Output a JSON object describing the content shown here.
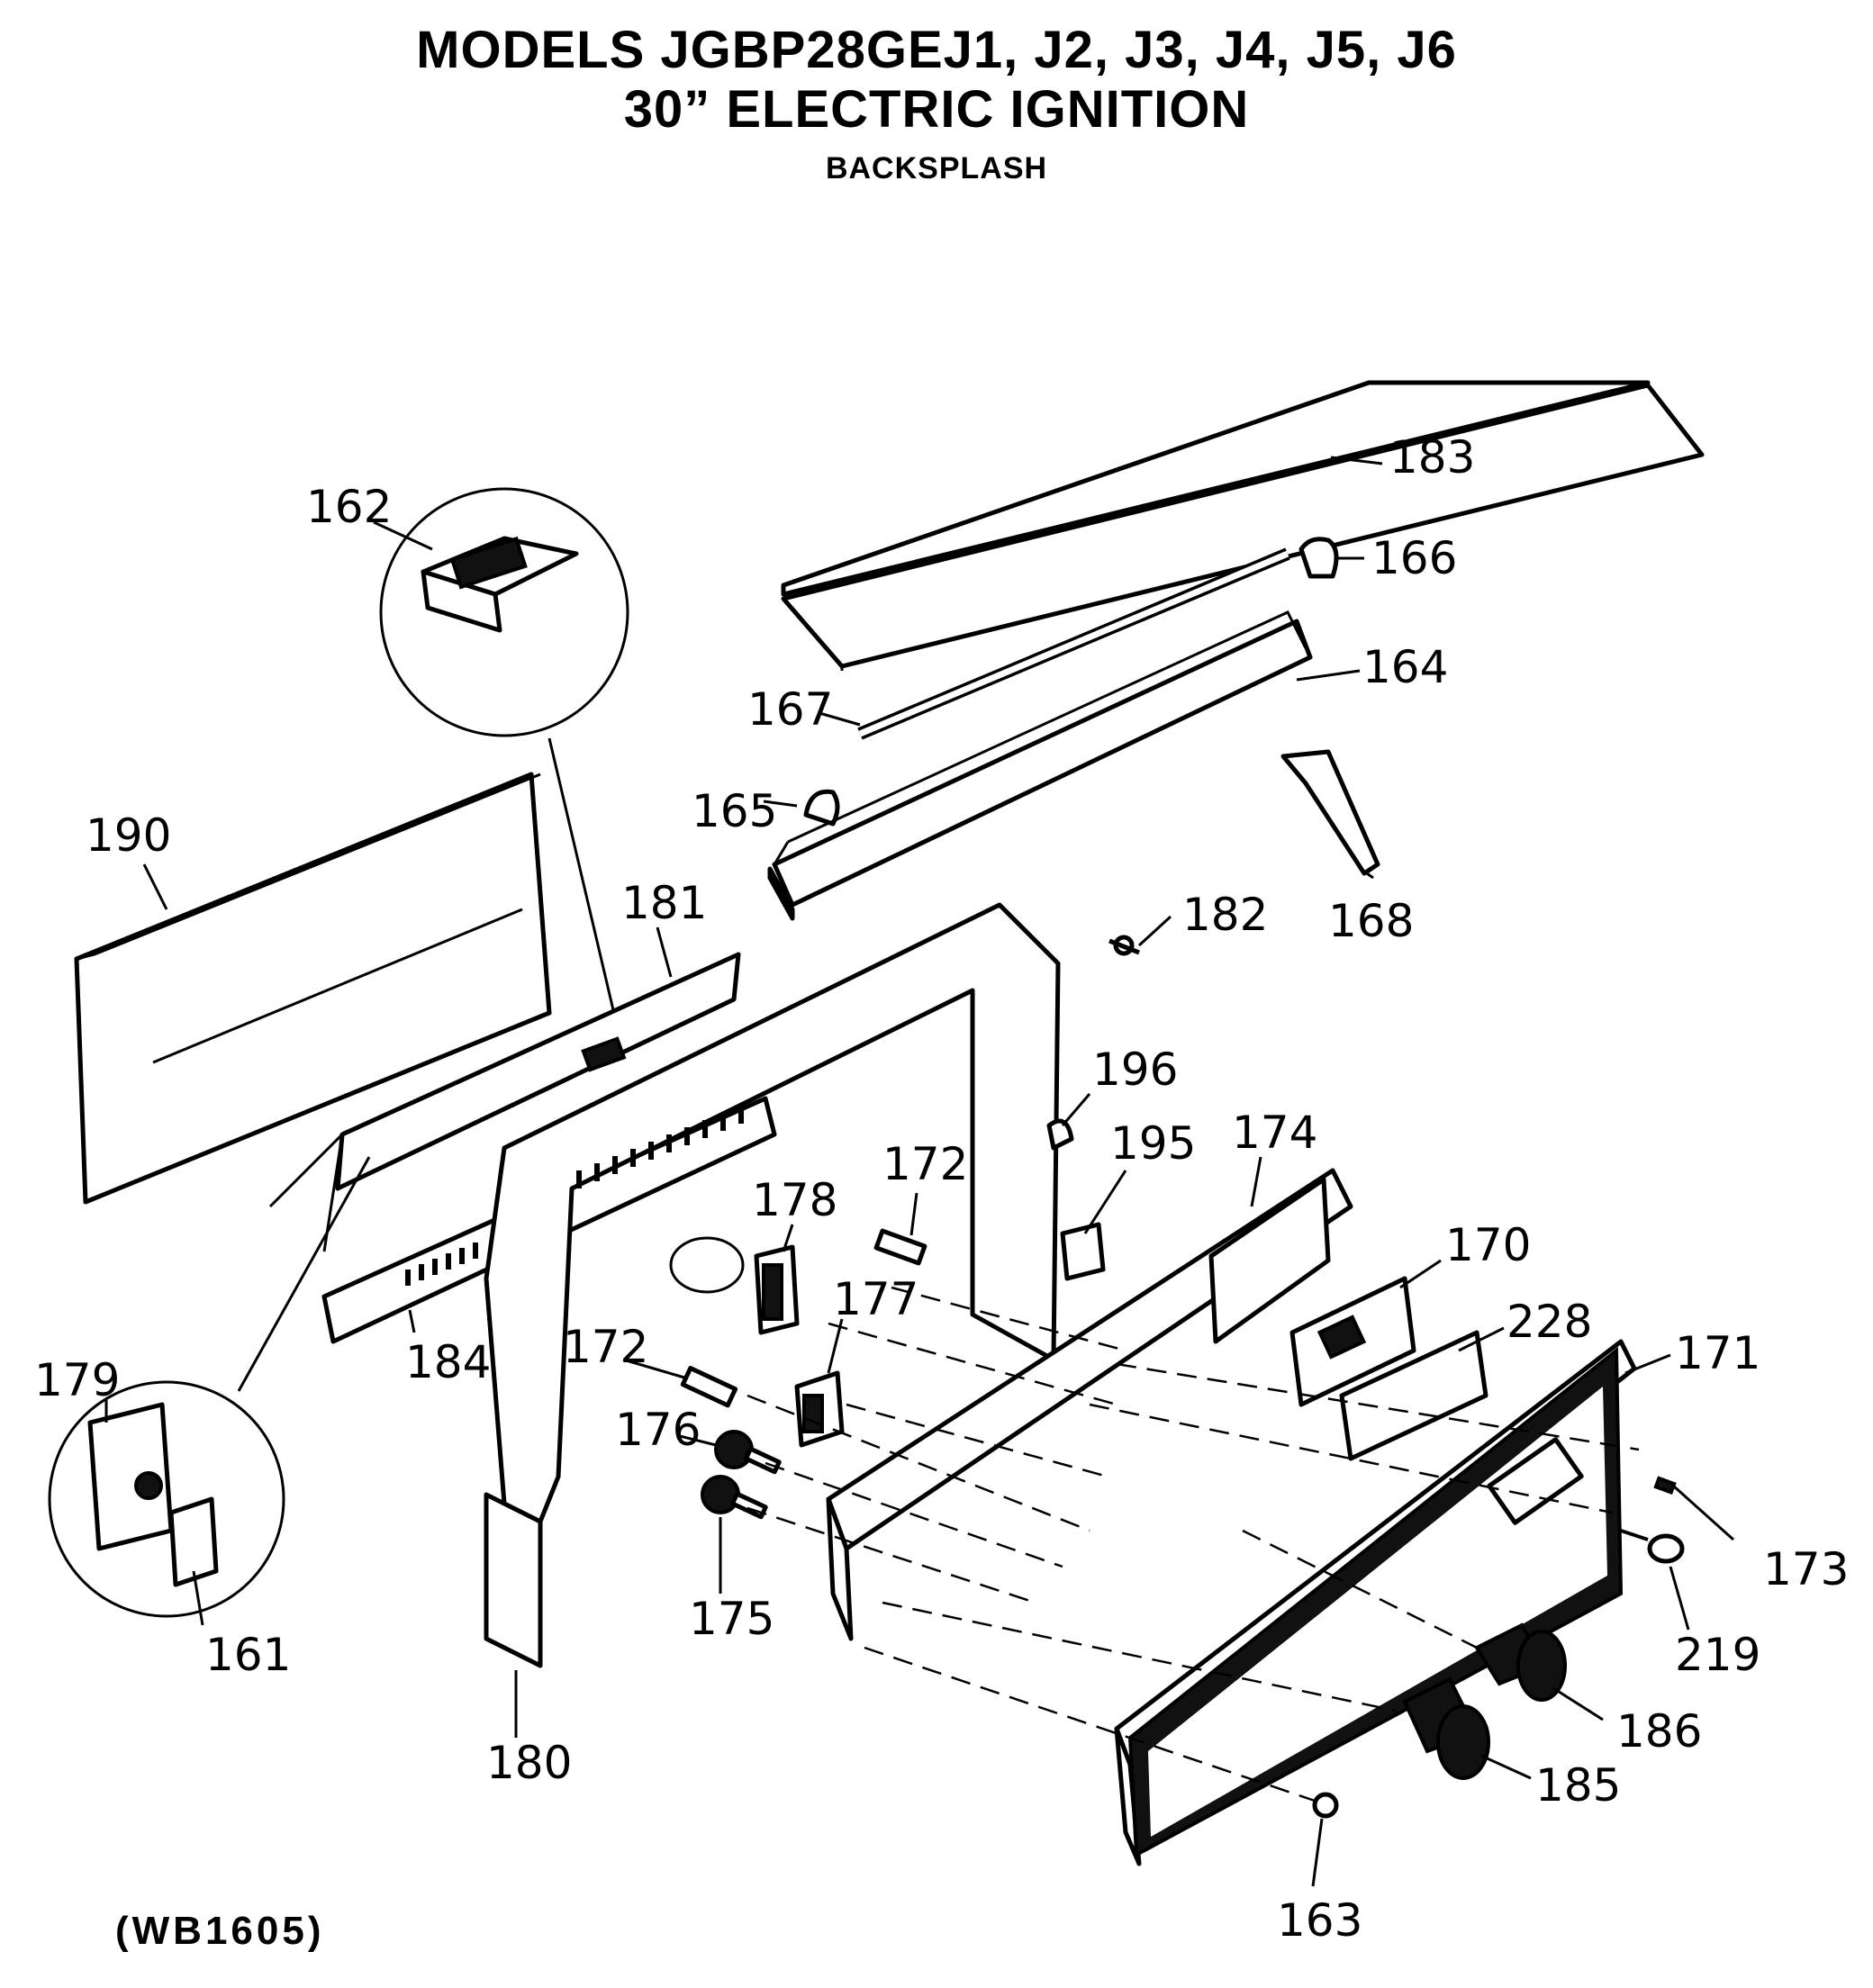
{
  "header": {
    "title": "MODELS JGBP28GEJ1, J2, J3, J4, J5, J6",
    "subtitle": "30” ELECTRIC IGNITION",
    "section": "BACKSPLASH"
  },
  "callouts": {
    "p183": "183",
    "p166": "166",
    "p164": "164",
    "p167": "167",
    "p165": "165",
    "p162": "162",
    "p168": "168",
    "p182": "182",
    "p190": "190",
    "p181": "181",
    "p196": "196",
    "p174": "174",
    "p195": "195",
    "p172a": "172",
    "p178": "178",
    "p170": "170",
    "p177": "177",
    "p228": "228",
    "p172b": "172",
    "p179": "179",
    "p184": "184",
    "p171": "171",
    "p176": "176",
    "p173": "173",
    "p175": "175",
    "p219": "219",
    "p161": "161",
    "p186": "186",
    "p180": "180",
    "p185": "185",
    "p163": "163"
  },
  "footer": {
    "code": "(WB1605)"
  }
}
